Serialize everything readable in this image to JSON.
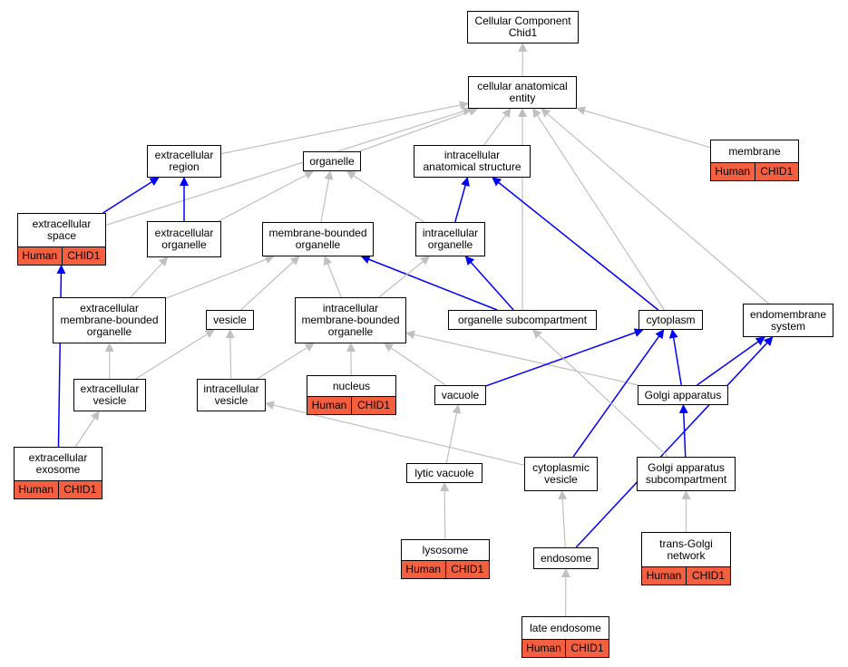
{
  "nodes": [
    {
      "id": "root",
      "label": "Cellular Component\nChid1"
    },
    {
      "id": "cae",
      "label": "cellular anatomical\nentity"
    },
    {
      "id": "er",
      "label": "extracellular\nregion"
    },
    {
      "id": "org",
      "label": "organelle"
    },
    {
      "id": "ias",
      "label": "intracellular\nanatomical structure"
    },
    {
      "id": "mem",
      "label": "membrane",
      "tags": [
        "Human",
        "CHID1"
      ]
    },
    {
      "id": "es",
      "label": "extracellular\nspace",
      "tags": [
        "Human",
        "CHID1"
      ]
    },
    {
      "id": "eo",
      "label": "extracellular\norganelle"
    },
    {
      "id": "mbo",
      "label": "membrane-bounded\norganelle"
    },
    {
      "id": "io",
      "label": "intracellular\norganelle"
    },
    {
      "id": "embo",
      "label": "extracellular\nmembrane-bounded\norganelle"
    },
    {
      "id": "ves",
      "label": "vesicle"
    },
    {
      "id": "imbo",
      "label": "intracellular\nmembrane-bounded\norganelle"
    },
    {
      "id": "osub",
      "label": "organelle subcompartment"
    },
    {
      "id": "cyto",
      "label": "cytoplasm"
    },
    {
      "id": "ems",
      "label": "endomembrane\nsystem"
    },
    {
      "id": "ev",
      "label": "extracellular\nvesicle"
    },
    {
      "id": "iv",
      "label": "intracellular\nvesicle"
    },
    {
      "id": "nuc",
      "label": "nucleus",
      "tags": [
        "Human",
        "CHID1"
      ]
    },
    {
      "id": "vac",
      "label": "vacuole"
    },
    {
      "id": "golgi",
      "label": "Golgi apparatus"
    },
    {
      "id": "exo",
      "label": "extracellular\nexosome",
      "tags": [
        "Human",
        "CHID1"
      ]
    },
    {
      "id": "lv",
      "label": "lytic vacuole"
    },
    {
      "id": "cv",
      "label": "cytoplasmic\nvesicle"
    },
    {
      "id": "gas",
      "label": "Golgi apparatus\nsubcompartment"
    },
    {
      "id": "lys",
      "label": "lysosome",
      "tags": [
        "Human",
        "CHID1"
      ]
    },
    {
      "id": "endo",
      "label": "endosome"
    },
    {
      "id": "tgn",
      "label": "trans-Golgi\nnetwork",
      "tags": [
        "Human",
        "CHID1"
      ]
    },
    {
      "id": "le",
      "label": "late endosome",
      "tags": [
        "Human",
        "CHID1"
      ]
    }
  ],
  "edges": [
    {
      "from": "cae",
      "to": "root",
      "color": "gray"
    },
    {
      "from": "er",
      "to": "cae",
      "color": "gray"
    },
    {
      "from": "org",
      "to": "cae",
      "color": "gray"
    },
    {
      "from": "ias",
      "to": "cae",
      "color": "gray"
    },
    {
      "from": "mem",
      "to": "cae",
      "color": "gray"
    },
    {
      "from": "es",
      "to": "cae",
      "color": "gray"
    },
    {
      "from": "osub",
      "to": "cae",
      "color": "gray"
    },
    {
      "from": "cyto",
      "to": "cae",
      "color": "gray"
    },
    {
      "from": "ems",
      "to": "cae",
      "color": "gray"
    },
    {
      "from": "es",
      "to": "er",
      "color": "blue"
    },
    {
      "from": "eo",
      "to": "er",
      "color": "blue"
    },
    {
      "from": "eo",
      "to": "org",
      "color": "gray"
    },
    {
      "from": "mbo",
      "to": "org",
      "color": "gray"
    },
    {
      "from": "io",
      "to": "org",
      "color": "gray"
    },
    {
      "from": "io",
      "to": "ias",
      "color": "blue"
    },
    {
      "from": "cyto",
      "to": "ias",
      "color": "blue"
    },
    {
      "from": "embo",
      "to": "eo",
      "color": "gray"
    },
    {
      "from": "embo",
      "to": "mbo",
      "color": "gray"
    },
    {
      "from": "ves",
      "to": "mbo",
      "color": "gray"
    },
    {
      "from": "imbo",
      "to": "mbo",
      "color": "gray"
    },
    {
      "from": "osub",
      "to": "mbo",
      "color": "blue"
    },
    {
      "from": "imbo",
      "to": "io",
      "color": "gray"
    },
    {
      "from": "osub",
      "to": "io",
      "color": "blue"
    },
    {
      "from": "ev",
      "to": "embo",
      "color": "gray"
    },
    {
      "from": "ev",
      "to": "ves",
      "color": "gray"
    },
    {
      "from": "iv",
      "to": "ves",
      "color": "gray"
    },
    {
      "from": "nuc",
      "to": "imbo",
      "color": "gray"
    },
    {
      "from": "vac",
      "to": "imbo",
      "color": "gray"
    },
    {
      "from": "golgi",
      "to": "imbo",
      "color": "gray"
    },
    {
      "from": "iv",
      "to": "imbo",
      "color": "gray"
    },
    {
      "from": "vac",
      "to": "cyto",
      "color": "blue"
    },
    {
      "from": "golgi",
      "to": "cyto",
      "color": "blue"
    },
    {
      "from": "cv",
      "to": "cyto",
      "color": "blue"
    },
    {
      "from": "golgi",
      "to": "ems",
      "color": "blue"
    },
    {
      "from": "endo",
      "to": "ems",
      "color": "blue"
    },
    {
      "from": "exo",
      "to": "ev",
      "color": "gray"
    },
    {
      "from": "exo",
      "to": "es",
      "color": "blue"
    },
    {
      "from": "lv",
      "to": "vac",
      "color": "gray"
    },
    {
      "from": "cv",
      "to": "iv",
      "color": "gray"
    },
    {
      "from": "gas",
      "to": "golgi",
      "color": "blue"
    },
    {
      "from": "gas",
      "to": "osub",
      "color": "gray"
    },
    {
      "from": "lys",
      "to": "lv",
      "color": "gray"
    },
    {
      "from": "endo",
      "to": "cv",
      "color": "gray"
    },
    {
      "from": "tgn",
      "to": "gas",
      "color": "gray"
    },
    {
      "from": "le",
      "to": "endo",
      "color": "gray"
    }
  ],
  "colors": {
    "gray": "#c0c0c0",
    "blue": "#0000ff",
    "tag_fill": "#f4603f"
  }
}
